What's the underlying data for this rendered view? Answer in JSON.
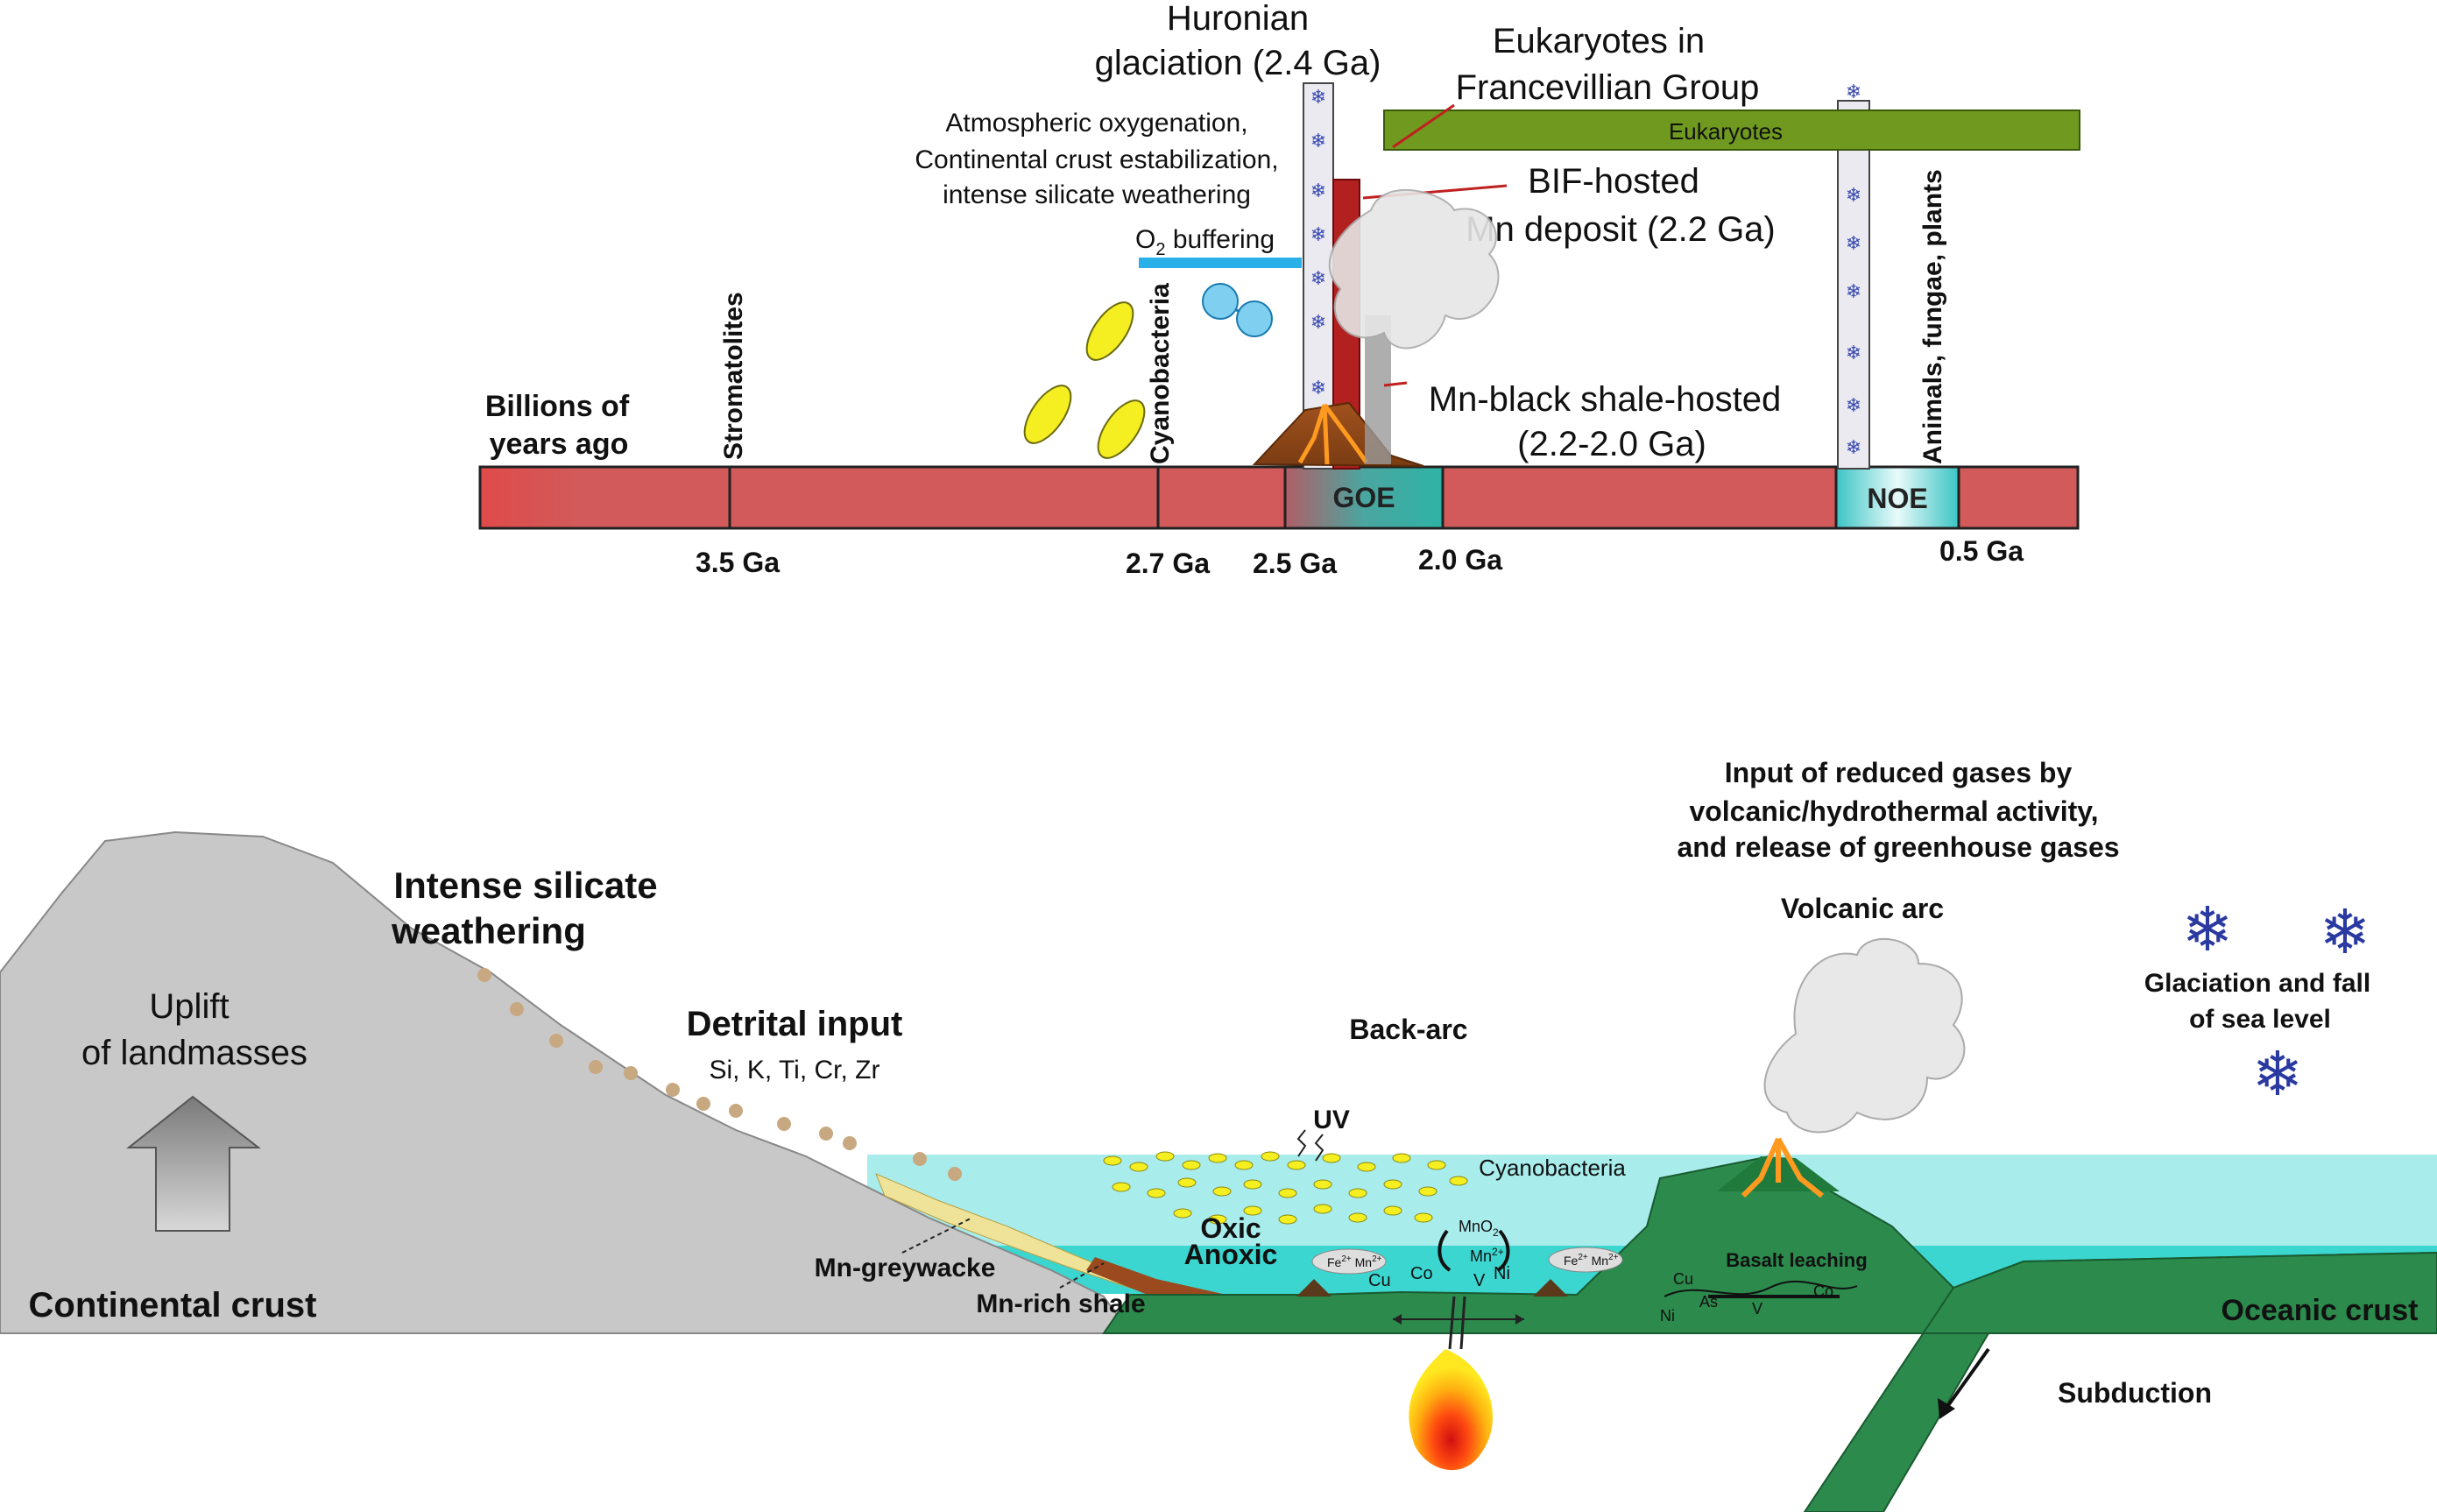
{
  "timeline": {
    "axis_title": [
      "Billions of",
      "years ago"
    ],
    "ticks": [
      "3.5 Ga",
      "2.7 Ga",
      "2.5 Ga",
      "2.0 Ga",
      "0.5 Ga"
    ],
    "events": {
      "stromatolites": "Stromatolites",
      "cyanobacteria": "Cyanobacteria",
      "animals": "Animals, fungae, plants"
    },
    "goe": "GOE",
    "noe": "NOE",
    "huronian": [
      "Huronian",
      "glaciation (2.4 Ga)"
    ],
    "eukaryotes_title": [
      "Eukaryotes in",
      "Francevillian Group"
    ],
    "eukaryotes_bar": "Eukaryotes",
    "oxygenation": [
      "Atmospheric oxygenation,",
      "Continental crust estabilization,",
      "intense silicate weathering"
    ],
    "o2_buffering": {
      "o": "O",
      "sub": "2",
      "rest": "buffering"
    },
    "bif": [
      "BIF-hosted",
      "Mn deposit (2.2 Ga)"
    ],
    "shale_hosted": [
      "Mn-black shale-hosted",
      "(2.2-2.0 Ga)"
    ]
  },
  "section": {
    "silicate": [
      "Intense silicate",
      "weathering"
    ],
    "uplift": [
      "Uplift",
      "of landmasses"
    ],
    "detrital": "Detrital input",
    "detrital_elements": "Si, K, Ti, Cr, Zr",
    "continental_crust": "Continental crust",
    "mn_greywacke": "Mn-greywacke",
    "mn_shale": "Mn-rich shale",
    "back_arc": "Back-arc",
    "uv": "UV",
    "cyanobacteria": "Cyanobacteria",
    "oxic": "Oxic",
    "anoxic": "Anoxic",
    "mno2": {
      "base": "MnO",
      "sub": "2"
    },
    "ions": {
      "fe": "Fe",
      "fe_sup": "2+",
      "mn": "Mn",
      "mn_sup": "2+"
    },
    "metals_center": {
      "cu": "Cu",
      "co": "Co",
      "v": "V",
      "ni": "Ni"
    },
    "reduced_gases": [
      "Input of reduced gases by",
      "volcanic/hydrothermal activity,",
      "and release of greenhouse gases"
    ],
    "volcanic_arc": "Volcanic arc",
    "basalt": "Basalt leaching",
    "basalt_metals": {
      "cu": "Cu",
      "ni": "Ni",
      "as": "As",
      "v": "V",
      "co": "Co"
    },
    "glaciation": [
      "Glaciation and fall",
      "of sea level"
    ],
    "oceanic_crust": "Oceanic crust",
    "subduction": "Subduction"
  },
  "colors": {
    "timeline_bar": "#d25a5a",
    "goe": "#38b3a8",
    "noe": "#bfe8ec",
    "eukaryote_bar": "#6f9a1f",
    "bif_bar": "#b32020",
    "sea_upper": "#a8ecec",
    "sea_lower": "#3cd6d0",
    "oceanic": "#2b8a4c",
    "continent": "#c8c8c8",
    "snowflake": "#2a3aa0"
  }
}
